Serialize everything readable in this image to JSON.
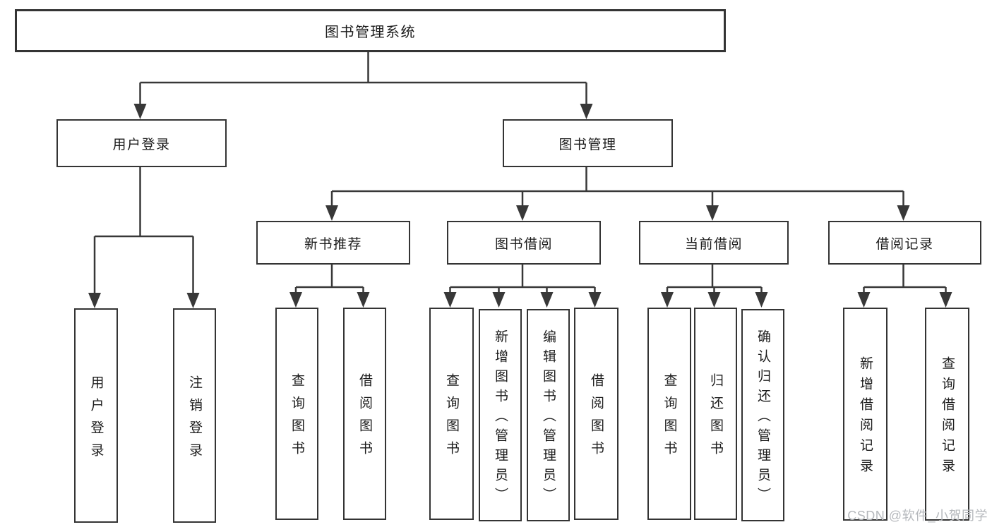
{
  "palette": {
    "line": "#383838",
    "box_border": "#343434",
    "box_fill": "#ffffff",
    "text": "#1c1c1c",
    "watermark": "#b5b8bc"
  },
  "watermark": {
    "text": "CSDN @软件_小贺同学"
  },
  "nodes": {
    "root": {
      "label": "图书管理系统"
    },
    "level2": [
      {
        "id": "user-login",
        "label": "用户登录"
      },
      {
        "id": "book-management",
        "label": "图书管理"
      }
    ],
    "level3": [
      {
        "id": "new-book-recommend",
        "label": "新书推荐"
      },
      {
        "id": "book-borrowing",
        "label": "图书借阅"
      },
      {
        "id": "current-borrowing",
        "label": "当前借阅"
      },
      {
        "id": "borrowing-records",
        "label": "借阅记录"
      }
    ],
    "leaves": [
      {
        "id": "user-login-leaf",
        "label": "用户登录"
      },
      {
        "id": "logout-leaf",
        "label": "注销登录"
      },
      {
        "id": "query-books-recommend",
        "label": "查询图书"
      },
      {
        "id": "borrow-books-recommend",
        "label": "借阅图书"
      },
      {
        "id": "query-books-borrowing",
        "label": "查询图书"
      },
      {
        "id": "add-books-admin",
        "label": "新增图书（管理员）"
      },
      {
        "id": "edit-books-admin",
        "label": "编辑图书（管理员）"
      },
      {
        "id": "borrow-books-borrowing",
        "label": "借阅图书"
      },
      {
        "id": "query-books-current",
        "label": "查询图书"
      },
      {
        "id": "return-books",
        "label": "归还图书"
      },
      {
        "id": "confirm-return-admin",
        "label": "确认归还（管理员）"
      },
      {
        "id": "add-borrow-record",
        "label": "新增借阅记录"
      },
      {
        "id": "query-borrow-record",
        "label": "查询借阅记录"
      }
    ]
  }
}
